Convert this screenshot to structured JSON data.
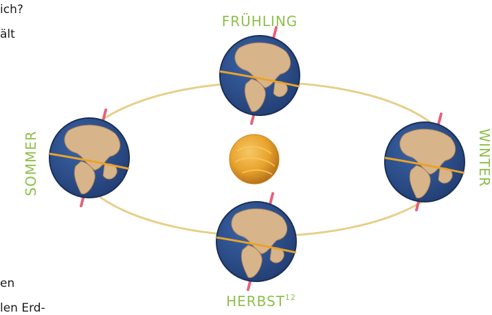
{
  "fragments": {
    "line1": "ich?",
    "line2": "ält",
    "line3": "en",
    "line4": "len Erd-"
  },
  "seasons": {
    "spring": "FRÜHLING",
    "summer": "SOMMER",
    "winter": "WINTER",
    "autumn": "HERBST",
    "autumn_footnote": "12"
  },
  "colors": {
    "season_label": "#8dbf4a",
    "globe_ocean": "#2d4f8c",
    "continent": "#d8b48a",
    "equator_band": "#e8a32c",
    "axis": "#e8607a",
    "orbit": "#e7cf8a",
    "sun": "#e8a32c"
  }
}
